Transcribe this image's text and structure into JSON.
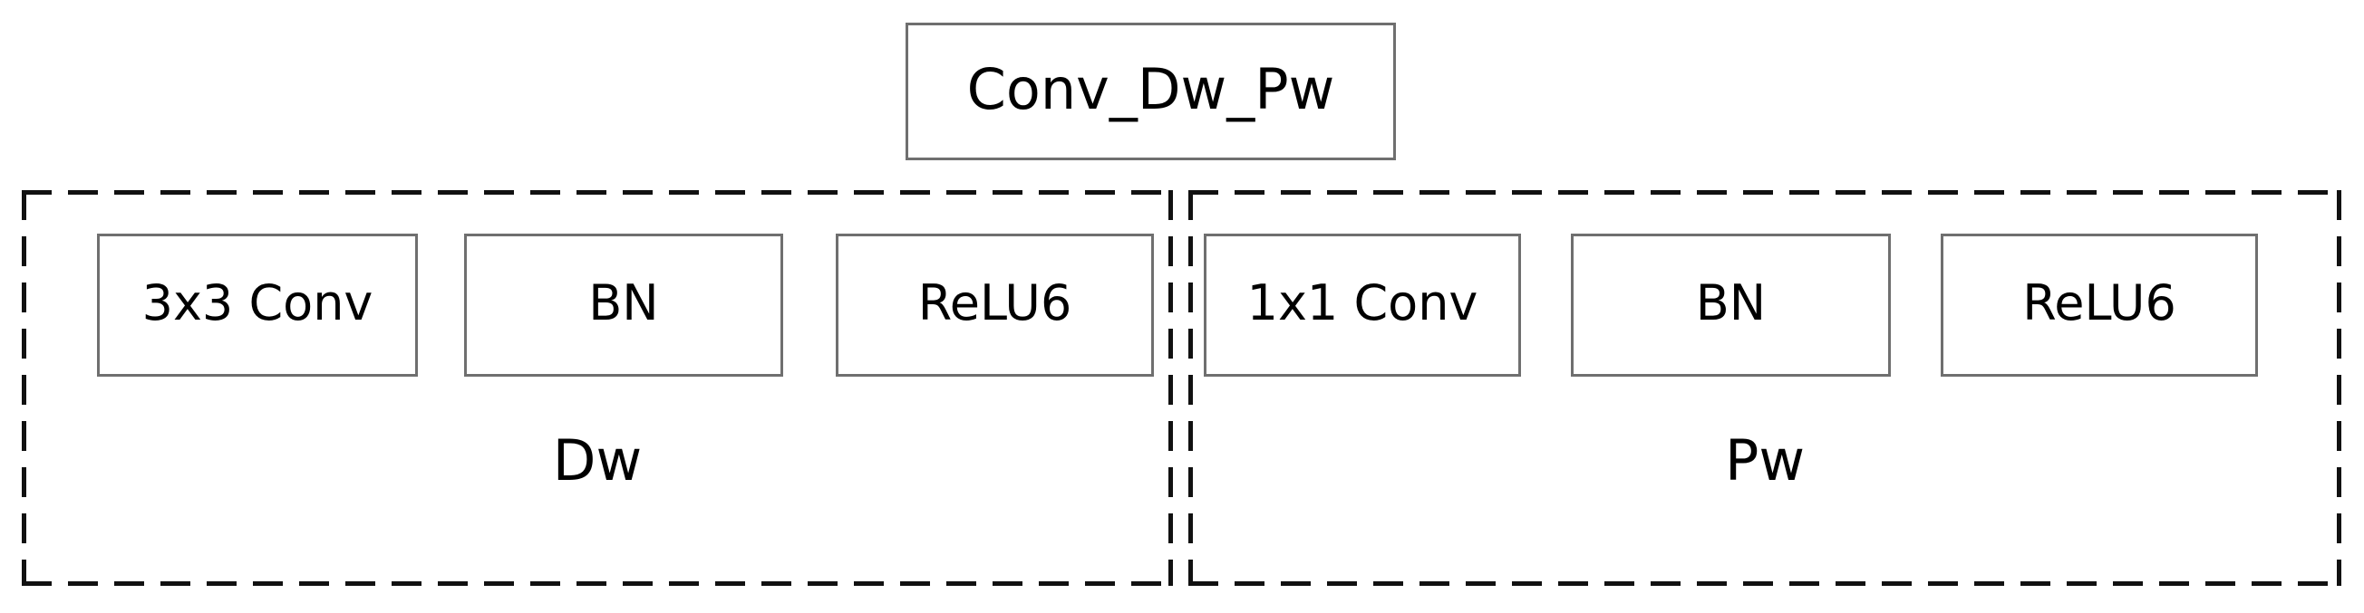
{
  "diagram": {
    "title_box": {
      "label": "Conv_Dw_Pw"
    },
    "groups": [
      {
        "id": "dw",
        "caption": "Dw",
        "layers": [
          {
            "id": "dw-conv",
            "label": "3x3 Conv"
          },
          {
            "id": "dw-bn",
            "label": "BN"
          },
          {
            "id": "dw-relu6",
            "label": "ReLU6"
          }
        ]
      },
      {
        "id": "pw",
        "caption": "Pw",
        "layers": [
          {
            "id": "pw-conv",
            "label": "1x1 Conv"
          },
          {
            "id": "pw-bn",
            "label": "BN"
          },
          {
            "id": "pw-relu6",
            "label": "ReLU6"
          }
        ]
      }
    ],
    "colors": {
      "node_border": "#6f6f6f",
      "group_border": "#111111",
      "text": "#000000",
      "background": "#ffffff"
    }
  }
}
